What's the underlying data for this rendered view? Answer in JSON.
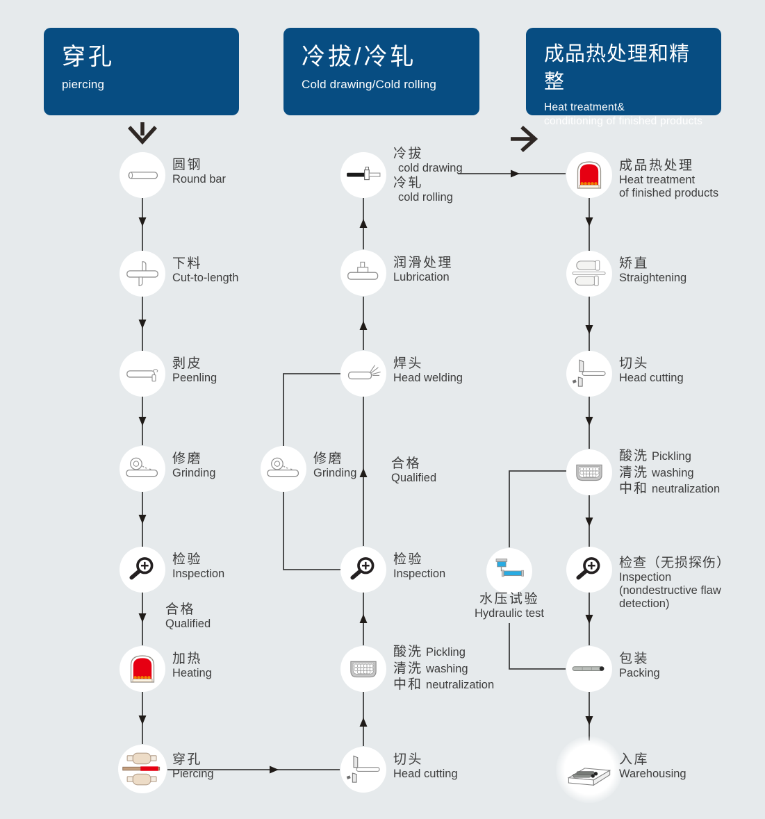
{
  "colors": {
    "background": "#e6eaec",
    "header_bg": "#074d82",
    "line": "#3c3c3c",
    "furnace_red": "#e60012",
    "ember_orange": "#f08300",
    "pipe_blue": "#29abe2"
  },
  "headers": [
    {
      "title": "穿孔",
      "sub1": "piercing"
    },
    {
      "title": "冷拔/冷轧",
      "sub1": "Cold drawing/Cold rolling"
    },
    {
      "title": "成品热处理和精整",
      "sub1": "Heat treatment&",
      "sub2": "conditioning of finished products"
    }
  ],
  "flow": {
    "piercing_column": {
      "round_bar": {
        "zh": "圆钢",
        "en": "Round bar"
      },
      "cut_to_length": {
        "zh": "下料",
        "en": "Cut-to-length"
      },
      "peeling": {
        "zh": "剥皮",
        "en": "Peenling"
      },
      "grinding": {
        "zh": "修磨",
        "en": "Grinding"
      },
      "inspection": {
        "zh": "检验",
        "en": "Inspection"
      },
      "qualified": {
        "zh": "合格",
        "en": "Qualified"
      },
      "heating": {
        "zh": "加热",
        "en": "Heating"
      },
      "piercing": {
        "zh": "穿孔",
        "en": "Piercing"
      }
    },
    "cold_column": {
      "cold_drawing_rolling": {
        "zh1": "冷拔",
        "en1": "cold drawing",
        "zh2": "冷轧",
        "en2": "cold rolling"
      },
      "lubrication": {
        "zh": "润滑处理",
        "en": "Lubrication"
      },
      "head_welding": {
        "zh": "焊头",
        "en": "Head welding"
      },
      "grinding": {
        "zh": "修磨",
        "en": "Grinding"
      },
      "qualified": {
        "zh": "合格",
        "en": "Qualified"
      },
      "inspection": {
        "zh": "检验",
        "en": "Inspection"
      },
      "pickling": {
        "zh1": "酸洗",
        "en1": "Pickling",
        "zh2": "清洗",
        "en2": "washing",
        "zh3": "中和",
        "en3": "neutralization"
      },
      "head_cutting": {
        "zh": "切头",
        "en": "Head cutting"
      }
    },
    "finishing_column": {
      "heat_treatment": {
        "zh": "成品热处理",
        "en1": "Heat treatment",
        "en2": "of finished products"
      },
      "straightening": {
        "zh": "矫直",
        "en": "Straightening"
      },
      "head_cutting": {
        "zh": "切头",
        "en": "Head cutting"
      },
      "pickling": {
        "zh1": "酸洗",
        "en1": "Pickling",
        "zh2": "清洗",
        "en2": "washing",
        "zh3": "中和",
        "en3": "neutralization"
      },
      "inspection_ndt": {
        "zh": "检查（无损探伤）",
        "en1": "Inspection",
        "en2": "(nondestructive flaw",
        "en3": "detection)"
      },
      "hydraulic_test": {
        "zh": "水压试验",
        "en": "Hydraulic test"
      },
      "packing": {
        "zh": "包装",
        "en": "Packing"
      },
      "warehousing": {
        "zh": "入库",
        "en": "Warehousing"
      }
    }
  }
}
